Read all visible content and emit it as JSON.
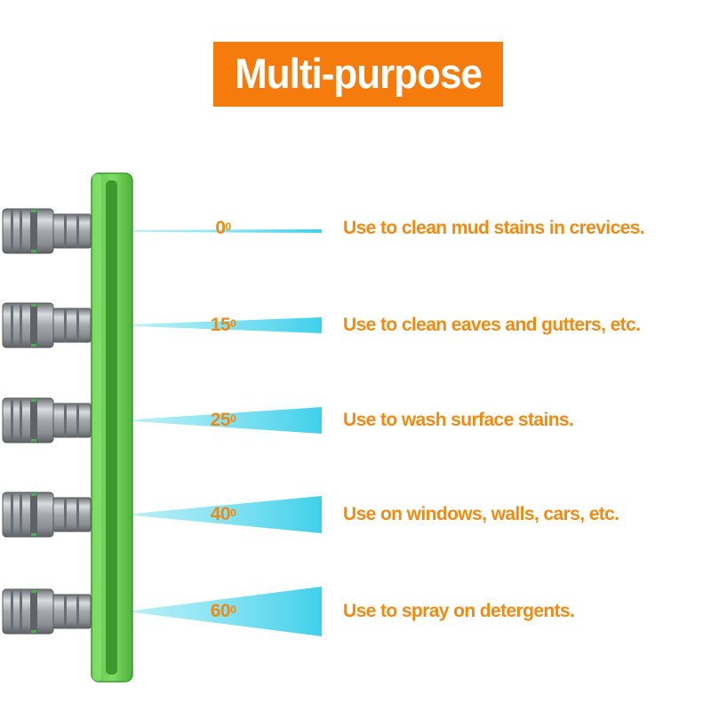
{
  "title": "Multi-purpose",
  "colors": {
    "accent": "#f57b0d",
    "text_orange": "#f08a12",
    "rack_green": "#6fd25a",
    "spray_cyan": "#58d6ea",
    "steel": "#a9adb3"
  },
  "nozzles": [
    {
      "angle": "0",
      "degree_sign": "0",
      "use": "Use to clean mud stains in crevices."
    },
    {
      "angle": "15",
      "degree_sign": "0",
      "use": "Use to clean eaves and gutters, etc."
    },
    {
      "angle": "25",
      "degree_sign": "0",
      "use": "Use to wash surface stains."
    },
    {
      "angle": "40",
      "degree_sign": "0",
      "use": "Use on windows, walls, cars, etc."
    },
    {
      "angle": "60",
      "degree_sign": "0",
      "use": "Use to spray on detergents."
    }
  ]
}
